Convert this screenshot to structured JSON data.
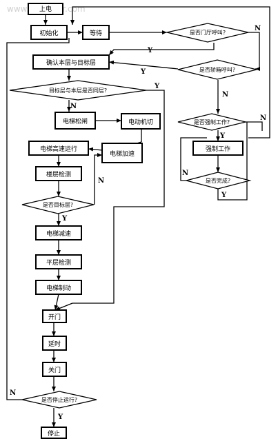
{
  "watermark": "www.hqmaker.com",
  "nodes": {
    "start": "上电",
    "init": "初始化",
    "wait": "等待",
    "q_hall_call": "是否门厅呼叫?",
    "confirm_floor": "确认本层与目标层",
    "q_car_call": "是否轿箱呼叫?",
    "q_same_floor": "目标层与本层是否同层?",
    "brake_release": "电梯松闸",
    "motor_switch": "电动机切",
    "q_manual": "是否强制工作?",
    "accelerate": "电梯加速",
    "high_speed": "电梯高速运行",
    "manual_work": "强制工作",
    "floor_detect": "楼层检测",
    "q_finished": "是否完成?",
    "q_target_floor": "是否目标层?",
    "decelerate": "电梯减速",
    "level_detect": "平层检测",
    "brake": "电梯制动",
    "open_door": "开门",
    "delay": "延时",
    "close_door": "关门",
    "q_stop": "是否停止运行?",
    "stop": "停止"
  },
  "branch_labels": {
    "yes": "Y",
    "no": "N"
  }
}
